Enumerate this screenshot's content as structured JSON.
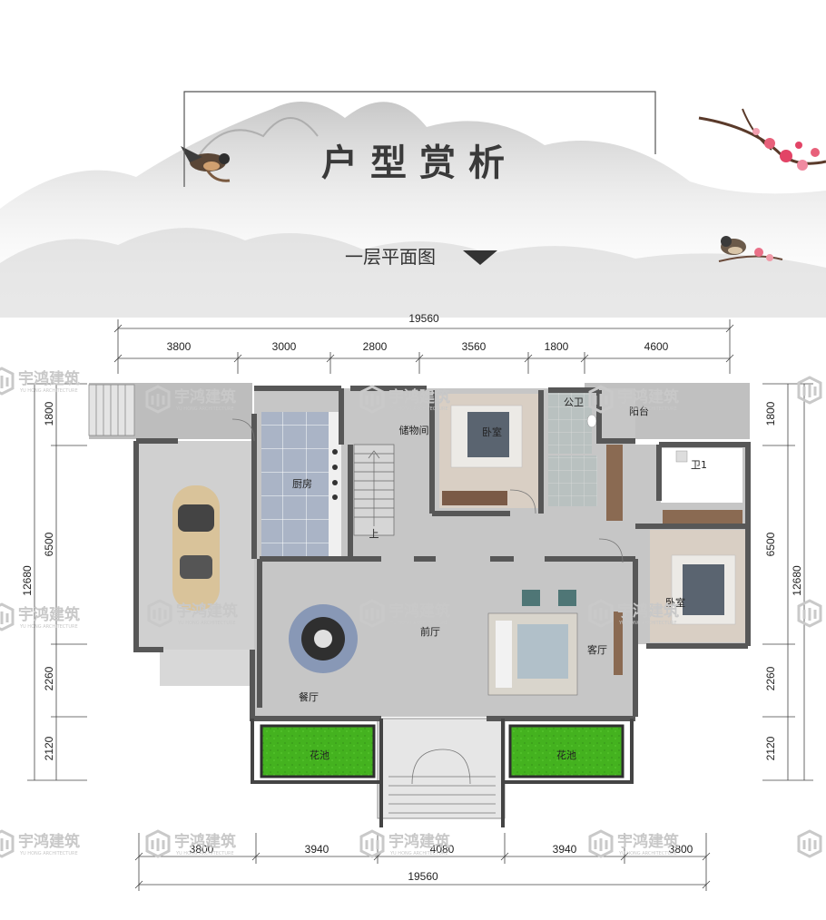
{
  "header": {
    "title": "户型赏析",
    "subtitle": "一层平面图"
  },
  "dimensions": {
    "top_total": "19560",
    "top_segments": [
      "3800",
      "3000",
      "2800",
      "3560",
      "1800",
      "4600"
    ],
    "bottom_total": "19560",
    "bottom_segments": [
      "3800",
      "3940",
      "4080",
      "3940",
      "3800"
    ],
    "left_total": "12680",
    "left_segments": [
      "1800",
      "6500",
      "2260",
      "2120"
    ],
    "right_total": "12680",
    "right_segments": [
      "1800",
      "6500",
      "2260",
      "2120"
    ]
  },
  "rooms": {
    "kitchen": "厨房",
    "storage": "储物间",
    "bedroom_top": "卧室",
    "public_bath": "公卫",
    "balcony": "阳台",
    "bath1": "卫1",
    "bedroom_right": "卧室",
    "foyer": "前厅",
    "living": "客厅",
    "dining": "餐厅",
    "planter_left": "花池",
    "planter_right": "花池",
    "stair_up": "上"
  },
  "watermark": {
    "cn": "宇鸿建筑",
    "en": "YU HONG ARCHITECTURE"
  },
  "colors": {
    "wall": "#555555",
    "floor": "#c4c4c4",
    "planter": "#44b21f",
    "kitchen_tile": "#aab4c6",
    "wood": "#8a6a52"
  }
}
